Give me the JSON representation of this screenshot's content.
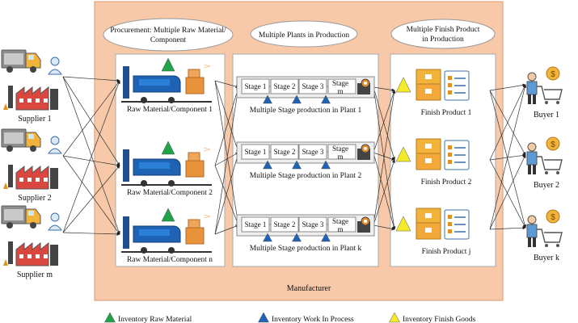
{
  "manufacturer": {
    "label": "Manufacturer",
    "fill": "#f7c9a8"
  },
  "headers": {
    "procurement": [
      "Procurement: Multiple Raw Material/",
      "Component"
    ],
    "plants": [
      "Multiple Plants in Production"
    ],
    "finish": [
      "Multiple Finish Product",
      "in Production"
    ]
  },
  "suppliers": [
    {
      "label": "Supplier 1"
    },
    {
      "label": "Supplier 2"
    },
    {
      "label": "Supplier m"
    }
  ],
  "raw_materials": [
    {
      "label": "Raw Material/Component 1"
    },
    {
      "label": "Raw Material/Component 2"
    },
    {
      "label": "Raw Material/Component n"
    }
  ],
  "plants": [
    {
      "label": "Multiple Stage production in Plant 1",
      "stages": [
        "Stage 1",
        "Stage 2",
        "Stage 3",
        "Stage m"
      ]
    },
    {
      "label": "Multiple Stage production in Plant 2",
      "stages": [
        "Stage 1",
        "Stage 2",
        "Stage 3",
        "Stage m"
      ]
    },
    {
      "label": "Multiple Stage production in Plant k",
      "stages": [
        "Stage 1",
        "Stage 2",
        "Stage 3",
        "Stage m"
      ]
    }
  ],
  "finish_products": [
    {
      "label": "Finish Product 1"
    },
    {
      "label": "Finish Product 2"
    },
    {
      "label": "Finish Product j"
    }
  ],
  "buyers": [
    {
      "label": "Buyer 1"
    },
    {
      "label": "Buyer 2"
    },
    {
      "label": "Buyer k"
    }
  ],
  "legend": [
    {
      "label": "Inventory Raw Material",
      "color": "#22a34a"
    },
    {
      "label": "Inventory Work In Process",
      "color": "#1f63b4"
    },
    {
      "label": "Inventory Finish Goods",
      "color": "#f4ea2a"
    }
  ],
  "icons": {
    "supplier": "truck-factory-person-icon",
    "raw_material": "forklift-cart-icon",
    "plant_machine": "gear-machine-icon",
    "finish_product": "boxes-checklist-icon",
    "buyer": "shopper-cart-icon"
  }
}
